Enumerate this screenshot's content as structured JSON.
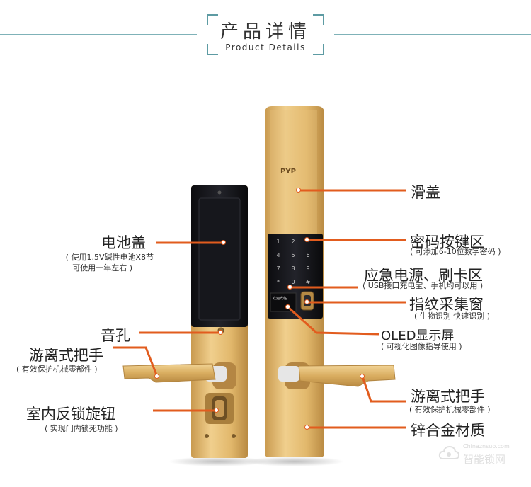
{
  "header": {
    "title": "产品详情",
    "subtitle": "Product Details"
  },
  "labels": {
    "battery_cover": "电池盖",
    "battery_cover_note1": "( 使用1.5V碱性电池X8节",
    "battery_cover_note2": "可使用一年左右 )",
    "sound_hole": "音孔",
    "handle_left": "游离式把手",
    "handle_left_note": "( 有效保护机械零部件 )",
    "inner_knob": "室内反锁旋钮",
    "inner_knob_note": "( 实现门内锁死功能 )",
    "slide_cover": "滑盖",
    "keypad": "密码按键区",
    "keypad_note": "( 可添加6-10位数字密码 )",
    "emergency": "应急电源、刷卡区",
    "emergency_note": "( USB接口充电宝、手机均可以用 )",
    "fingerprint": "指纹采集窗",
    "fingerprint_note": "( 生物识别 快速识别 )",
    "oled": "OLED显示屏",
    "oled_note": "( 可视化图像指导使用 )",
    "handle_right": "游离式把手",
    "handle_right_note": "( 有效保护机械零部件 )",
    "alloy": "锌合金材质"
  },
  "product": {
    "logo": "PYP",
    "screen_text": "欢迎光临",
    "keys": [
      "1",
      "2",
      "3",
      "4",
      "5",
      "6",
      "7",
      "8",
      "9",
      "*",
      "0",
      "#"
    ]
  },
  "watermark": {
    "line1": "Chinaznsuo.com",
    "line2": "智能锁网"
  },
  "colors": {
    "accent": "#e25c1e",
    "gold": "#d8b066",
    "frame": "#5d9ba3"
  }
}
